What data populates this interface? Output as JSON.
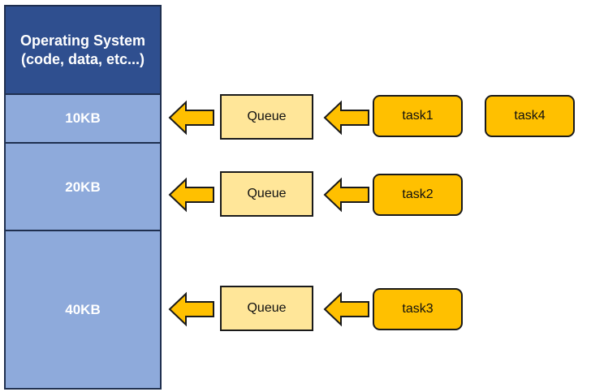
{
  "memory": {
    "os_line1": "Operating System",
    "os_line2": "(code, data, etc...)",
    "partitions": [
      "10KB",
      "20KB",
      "40KB"
    ]
  },
  "rows": [
    {
      "queue_label": "Queue",
      "tasks": [
        "task1",
        "task4"
      ]
    },
    {
      "queue_label": "Queue",
      "tasks": [
        "task2"
      ]
    },
    {
      "queue_label": "Queue",
      "tasks": [
        "task3"
      ]
    }
  ],
  "colors": {
    "os_block": "#2f4f8f",
    "partition_block": "#8eaadb",
    "queue_fill": "#ffe699",
    "task_fill": "#ffc000",
    "arrow_fill": "#ffc000",
    "outline": "#1a1a1a"
  },
  "icons": {
    "arrow": "left-arrow-icon"
  }
}
